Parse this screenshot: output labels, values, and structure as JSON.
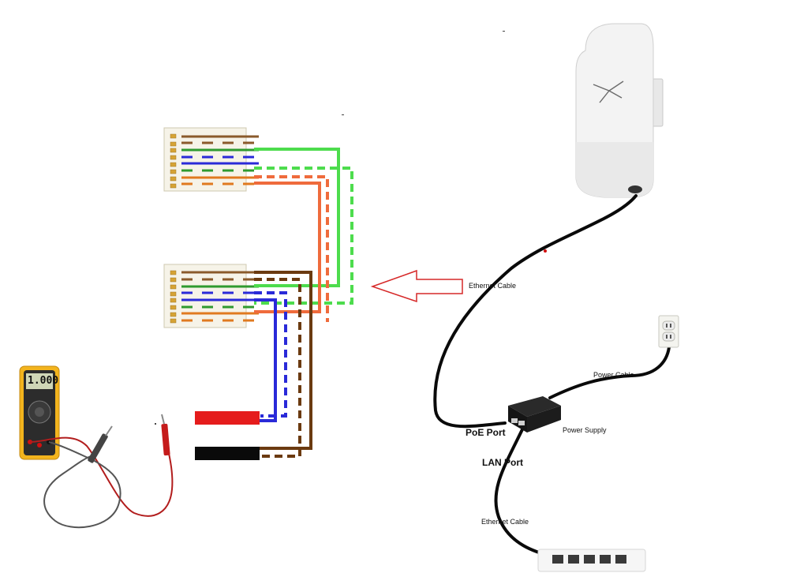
{
  "labels": {
    "ethernet_cable_top": "Ethernet Cable",
    "ethernet_cable_bottom": "Ethernet Cable",
    "power_cable": "Power Cable",
    "power_supply": "Power Supply",
    "poe_port": "PoE Port",
    "lan_port": "LAN Port"
  },
  "multimeter": {
    "display": "1.000"
  },
  "colors": {
    "green": "#4ddc4d",
    "blue": "#2a2ad8",
    "orange": "#ef6b3c",
    "brown": "#6b3a10",
    "red_probe": "#e51c1c",
    "black_probe": "#0a0a0a",
    "arrow": "#d62828",
    "meter_body": "#f3b41d"
  },
  "icons": [
    "access-point-device-icon",
    "poe-injector-icon",
    "wall-outlet-icon",
    "network-switch-icon",
    "multimeter-icon",
    "rj45-connector-icon",
    "pointer-arrow-icon"
  ]
}
